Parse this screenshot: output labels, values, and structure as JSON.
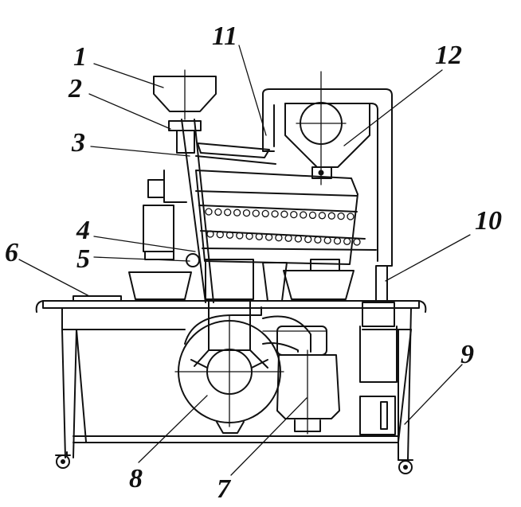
{
  "diagram": {
    "labels": [
      {
        "id": "l1",
        "text": "1"
      },
      {
        "id": "l2",
        "text": "2"
      },
      {
        "id": "l3",
        "text": "3"
      },
      {
        "id": "l4",
        "text": "4"
      },
      {
        "id": "l5",
        "text": "5"
      },
      {
        "id": "l6",
        "text": "6"
      },
      {
        "id": "l7",
        "text": "7"
      },
      {
        "id": "l8",
        "text": "8"
      },
      {
        "id": "l9",
        "text": "9"
      },
      {
        "id": "l10",
        "text": "10"
      },
      {
        "id": "l11",
        "text": "11"
      },
      {
        "id": "l12",
        "text": "12"
      }
    ]
  }
}
